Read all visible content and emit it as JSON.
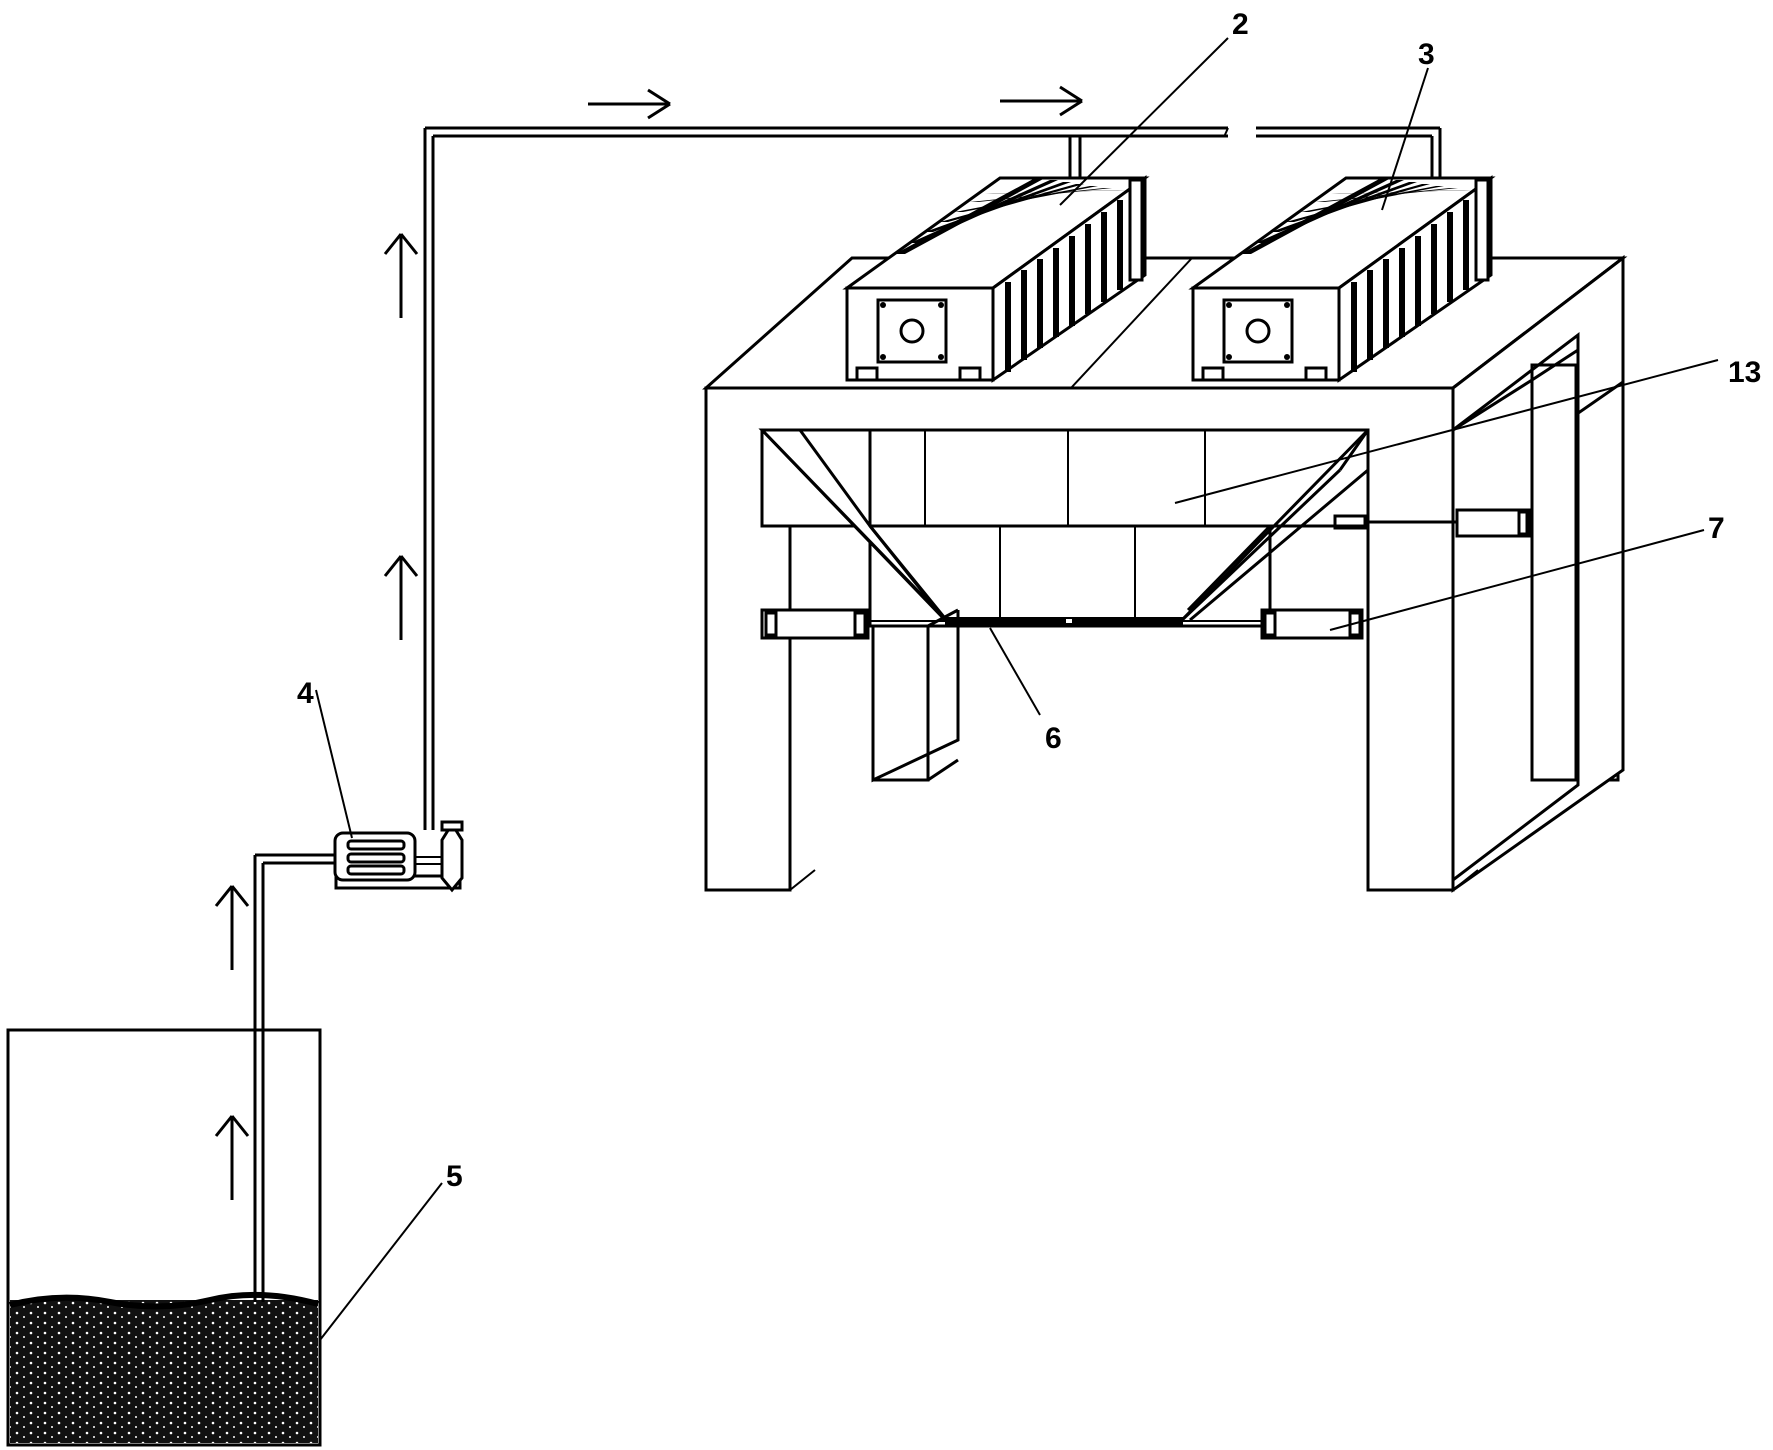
{
  "labels": {
    "filter_press_1": "2",
    "filter_press_2": "3",
    "pump": "4",
    "slurry_tank": "5",
    "belt": "6",
    "cylinder": "7",
    "hopper": "13"
  },
  "colors": {
    "line": "#000000",
    "background": "#ffffff"
  }
}
